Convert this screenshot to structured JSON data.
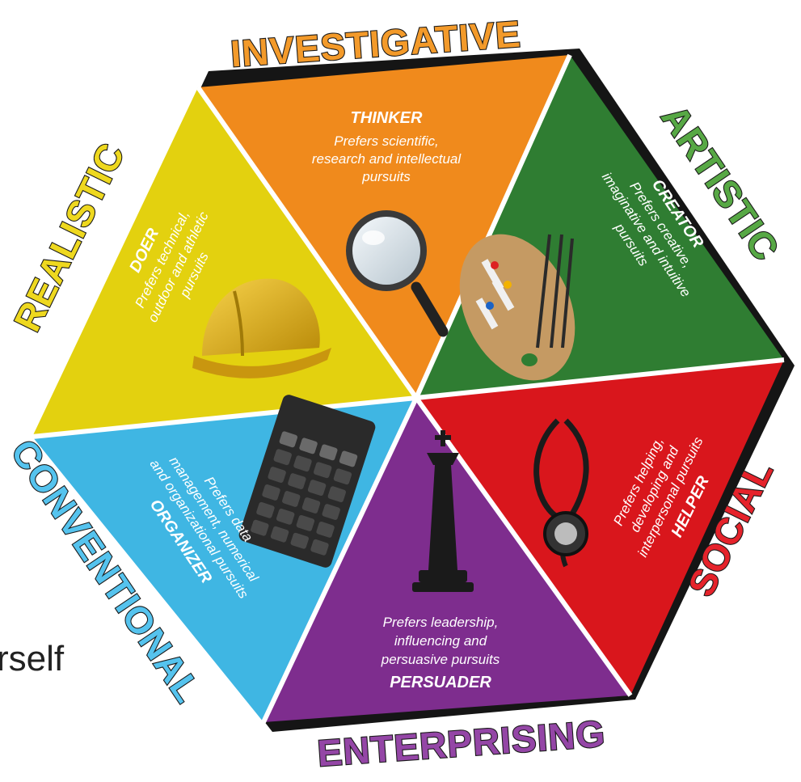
{
  "background_fragment": "rself",
  "sectors": [
    {
      "id": "investigative",
      "category": "INVESTIGATIVE",
      "role": "THINKER",
      "description": [
        "Prefers scientific,",
        "research and intellectual",
        "pursuits"
      ],
      "color": "#f08a1c",
      "label_color": "#f39a2a",
      "icon": "magnifying-glass-icon"
    },
    {
      "id": "artistic",
      "category": "ARTISTIC",
      "role": "CREATOR",
      "description": [
        "Prefers creative,",
        "imaginative and intuitive",
        "pursuits"
      ],
      "color": "#2f7d32",
      "label_color": "#57a845",
      "icon": "paint-palette-icon"
    },
    {
      "id": "social",
      "category": "SOCIAL",
      "role": "HELPER",
      "description": [
        "Prefers helping,",
        "developing and",
        "interpersonal pursuits"
      ],
      "color": "#d9161c",
      "label_color": "#e5232b",
      "icon": "stethoscope-icon"
    },
    {
      "id": "enterprising",
      "category": "ENTERPRISING",
      "role": "PERSUADER",
      "description": [
        "Prefers leadership,",
        "influencing and",
        "persuasive pursuits"
      ],
      "color": "#7e2d8e",
      "label_color": "#9446a6",
      "icon": "chess-king-icon"
    },
    {
      "id": "conventional",
      "category": "CONVENTIONAL",
      "role": "ORGANIZER",
      "description": [
        "Prefers data",
        "management, numerical",
        "and organizational pursuits"
      ],
      "color": "#3fb6e3",
      "label_color": "#55c3ee",
      "icon": "calculator-icon"
    },
    {
      "id": "realistic",
      "category": "REALISTIC",
      "role": "DOER",
      "description": [
        "Prefers technical,",
        "outdoor and athletic",
        "pursuits"
      ],
      "color": "#e3d10f",
      "label_color": "#eed81f",
      "icon": "hard-hat-icon"
    }
  ]
}
